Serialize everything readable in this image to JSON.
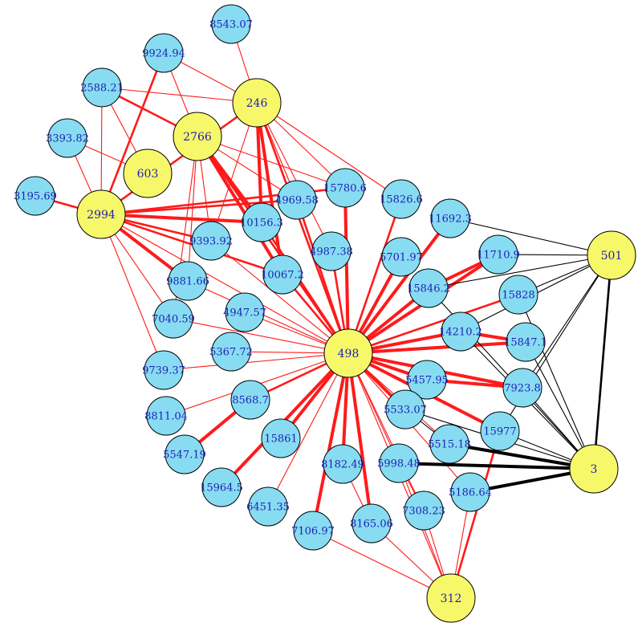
{
  "graph": {
    "colors": {
      "leaf_fill": "#87dcf2",
      "hub_fill": "#f7f76a",
      "node_stroke": "#000000",
      "edge_red": "#ff1a1a",
      "edge_black": "#000000",
      "label": "#1f1fb4"
    },
    "nodes": [
      {
        "id": "n8543",
        "label": "8543.07",
        "kind": "leaf"
      },
      {
        "id": "n9924",
        "label": "9924.94",
        "kind": "leaf"
      },
      {
        "id": "n2588",
        "label": "2588.21",
        "kind": "leaf"
      },
      {
        "id": "n246",
        "label": "246",
        "kind": "hub"
      },
      {
        "id": "n2766",
        "label": "2766",
        "kind": "hub"
      },
      {
        "id": "n3393",
        "label": "3393.82",
        "kind": "leaf"
      },
      {
        "id": "n603",
        "label": "603",
        "kind": "hub"
      },
      {
        "id": "n3195",
        "label": "3195.69",
        "kind": "leaf"
      },
      {
        "id": "n2994",
        "label": "2994",
        "kind": "hub"
      },
      {
        "id": "n4969",
        "label": "4969.58",
        "kind": "leaf"
      },
      {
        "id": "n15780",
        "label": "15780.6",
        "kind": "leaf"
      },
      {
        "id": "n15826",
        "label": "15826.6",
        "kind": "leaf"
      },
      {
        "id": "n10156",
        "label": "10156.3",
        "kind": "leaf"
      },
      {
        "id": "n11692",
        "label": "11692.3",
        "kind": "leaf"
      },
      {
        "id": "n9393",
        "label": "9393.92",
        "kind": "leaf"
      },
      {
        "id": "n4987",
        "label": "4987.38",
        "kind": "leaf"
      },
      {
        "id": "n5701",
        "label": "5701.97",
        "kind": "leaf"
      },
      {
        "id": "n11710",
        "label": "11710.9",
        "kind": "leaf"
      },
      {
        "id": "n501",
        "label": "501",
        "kind": "hub"
      },
      {
        "id": "n10067",
        "label": "10067.2",
        "kind": "leaf"
      },
      {
        "id": "n9881",
        "label": "9881.66",
        "kind": "leaf"
      },
      {
        "id": "n15846",
        "label": "15846.2",
        "kind": "leaf"
      },
      {
        "id": "n15828",
        "label": "15828",
        "kind": "leaf"
      },
      {
        "id": "n4947",
        "label": "4947.57",
        "kind": "leaf"
      },
      {
        "id": "n7040",
        "label": "7040.59",
        "kind": "leaf"
      },
      {
        "id": "n14210",
        "label": "14210.2",
        "kind": "leaf"
      },
      {
        "id": "n15847",
        "label": "15847.1",
        "kind": "leaf"
      },
      {
        "id": "n498",
        "label": "498",
        "kind": "hub"
      },
      {
        "id": "n5367",
        "label": "5367.72",
        "kind": "leaf"
      },
      {
        "id": "n9739",
        "label": "9739.37",
        "kind": "leaf"
      },
      {
        "id": "n5457",
        "label": "5457.95",
        "kind": "leaf"
      },
      {
        "id": "n7923",
        "label": "7923.8",
        "kind": "leaf"
      },
      {
        "id": "n8568",
        "label": "8568.7",
        "kind": "leaf"
      },
      {
        "id": "n8811",
        "label": "8811.04",
        "kind": "leaf"
      },
      {
        "id": "n5533",
        "label": "5533.07",
        "kind": "leaf"
      },
      {
        "id": "n15977",
        "label": "15977",
        "kind": "leaf"
      },
      {
        "id": "n15861",
        "label": "15861",
        "kind": "leaf"
      },
      {
        "id": "n5515",
        "label": "5515.18",
        "kind": "leaf"
      },
      {
        "id": "n5547",
        "label": "5547.19",
        "kind": "leaf"
      },
      {
        "id": "n8182",
        "label": "8182.49",
        "kind": "leaf"
      },
      {
        "id": "n5998",
        "label": "5998.48",
        "kind": "leaf"
      },
      {
        "id": "n3",
        "label": "3",
        "kind": "hub"
      },
      {
        "id": "n15964",
        "label": "15964.5",
        "kind": "leaf"
      },
      {
        "id": "n5186",
        "label": "5186.64",
        "kind": "leaf"
      },
      {
        "id": "n6451",
        "label": "6451.35",
        "kind": "leaf"
      },
      {
        "id": "n7308",
        "label": "7308.23",
        "kind": "leaf"
      },
      {
        "id": "n7106",
        "label": "7106.97",
        "kind": "leaf"
      },
      {
        "id": "n8165",
        "label": "8165.06",
        "kind": "leaf"
      },
      {
        "id": "n312",
        "label": "312",
        "kind": "hub"
      }
    ],
    "edges": [
      {
        "from": "n8543",
        "to": "n246",
        "color": "red",
        "weight": 1
      },
      {
        "from": "n9924",
        "to": "n246",
        "color": "red",
        "weight": 1
      },
      {
        "from": "n9924",
        "to": "n2994",
        "color": "red",
        "weight": 2
      },
      {
        "from": "n9924",
        "to": "n2766",
        "color": "red",
        "weight": 1
      },
      {
        "from": "n2588",
        "to": "n246",
        "color": "red",
        "weight": 1
      },
      {
        "from": "n2588",
        "to": "n2766",
        "color": "red",
        "weight": 2
      },
      {
        "from": "n2588",
        "to": "n2994",
        "color": "red",
        "weight": 1
      },
      {
        "from": "n2588",
        "to": "n603",
        "color": "red",
        "weight": 1
      },
      {
        "from": "n3393",
        "to": "n2994",
        "color": "red",
        "weight": 1
      },
      {
        "from": "n3393",
        "to": "n603",
        "color": "red",
        "weight": 1
      },
      {
        "from": "n3195",
        "to": "n2994",
        "color": "red",
        "weight": 2
      },
      {
        "from": "n246",
        "to": "n2994",
        "color": "red",
        "weight": 2
      },
      {
        "from": "n246",
        "to": "n10156",
        "color": "red",
        "weight": 3
      },
      {
        "from": "n246",
        "to": "n10067",
        "color": "red",
        "weight": 3
      },
      {
        "from": "n246",
        "to": "n9393",
        "color": "red",
        "weight": 1
      },
      {
        "from": "n246",
        "to": "n4969",
        "color": "red",
        "weight": 1
      },
      {
        "from": "n246",
        "to": "n15780",
        "color": "red",
        "weight": 1
      },
      {
        "from": "n246",
        "to": "n15826",
        "color": "red",
        "weight": 1
      },
      {
        "from": "n246",
        "to": "n498",
        "color": "red",
        "weight": 2
      },
      {
        "from": "n246",
        "to": "n4987",
        "color": "red",
        "weight": 1
      },
      {
        "from": "n2766",
        "to": "n10156",
        "color": "red",
        "weight": 3
      },
      {
        "from": "n2766",
        "to": "n10067",
        "color": "red",
        "weight": 3
      },
      {
        "from": "n2766",
        "to": "n9393",
        "color": "red",
        "weight": 1
      },
      {
        "from": "n2766",
        "to": "n9881",
        "color": "red",
        "weight": 1
      },
      {
        "from": "n2766",
        "to": "n7040",
        "color": "red",
        "weight": 1
      },
      {
        "from": "n2766",
        "to": "n4969",
        "color": "red",
        "weight": 1
      },
      {
        "from": "n2766",
        "to": "n15780",
        "color": "red",
        "weight": 1
      },
      {
        "from": "n2766",
        "to": "n498",
        "color": "red",
        "weight": 2
      },
      {
        "from": "n2994",
        "to": "n10156",
        "color": "red",
        "weight": 3
      },
      {
        "from": "n2994",
        "to": "n4969",
        "color": "red",
        "weight": 2
      },
      {
        "from": "n2994",
        "to": "n15780",
        "color": "red",
        "weight": 2
      },
      {
        "from": "n2994",
        "to": "n9393",
        "color": "red",
        "weight": 2
      },
      {
        "from": "n2994",
        "to": "n10067",
        "color": "red",
        "weight": 2
      },
      {
        "from": "n2994",
        "to": "n9881",
        "color": "red",
        "weight": 3
      },
      {
        "from": "n2994",
        "to": "n7040",
        "color": "red",
        "weight": 1
      },
      {
        "from": "n2994",
        "to": "n9739",
        "color": "red",
        "weight": 1
      },
      {
        "from": "n2994",
        "to": "n498",
        "color": "red",
        "weight": 1
      },
      {
        "from": "n10156",
        "to": "n498",
        "color": "red",
        "weight": 2
      },
      {
        "from": "n4969",
        "to": "n498",
        "color": "red",
        "weight": 2
      },
      {
        "from": "n15780",
        "to": "n498",
        "color": "red",
        "weight": 3
      },
      {
        "from": "n9393",
        "to": "n498",
        "color": "red",
        "weight": 1
      },
      {
        "from": "n10067",
        "to": "n498",
        "color": "red",
        "weight": 2
      },
      {
        "from": "n9881",
        "to": "n498",
        "color": "red",
        "weight": 1
      },
      {
        "from": "n4987",
        "to": "n498",
        "color": "red",
        "weight": 2
      },
      {
        "from": "n5701",
        "to": "n498",
        "color": "red",
        "weight": 3
      },
      {
        "from": "n15826",
        "to": "n498",
        "color": "red",
        "weight": 2
      },
      {
        "from": "n11692",
        "to": "n498",
        "color": "red",
        "weight": 3
      },
      {
        "from": "n11710",
        "to": "n498",
        "color": "red",
        "weight": 3
      },
      {
        "from": "n15846",
        "to": "n498",
        "color": "red",
        "weight": 3
      },
      {
        "from": "n15828",
        "to": "n498",
        "color": "red",
        "weight": 2
      },
      {
        "from": "n14210",
        "to": "n498",
        "color": "red",
        "weight": 3
      },
      {
        "from": "n15847",
        "to": "n498",
        "color": "red",
        "weight": 3
      },
      {
        "from": "n7040",
        "to": "n498",
        "color": "red",
        "weight": 1
      },
      {
        "from": "n4947",
        "to": "n498",
        "color": "red",
        "weight": 1
      },
      {
        "from": "n5367",
        "to": "n498",
        "color": "red",
        "weight": 1
      },
      {
        "from": "n9739",
        "to": "n498",
        "color": "red",
        "weight": 1
      },
      {
        "from": "n5457",
        "to": "n498",
        "color": "red",
        "weight": 3
      },
      {
        "from": "n7923",
        "to": "n498",
        "color": "red",
        "weight": 3
      },
      {
        "from": "n8568",
        "to": "n498",
        "color": "red",
        "weight": 2
      },
      {
        "from": "n8811",
        "to": "n498",
        "color": "red",
        "weight": 1
      },
      {
        "from": "n5533",
        "to": "n498",
        "color": "red",
        "weight": 3
      },
      {
        "from": "n15977",
        "to": "n498",
        "color": "red",
        "weight": 3
      },
      {
        "from": "n15861",
        "to": "n498",
        "color": "red",
        "weight": 3
      },
      {
        "from": "n5515",
        "to": "n498",
        "color": "red",
        "weight": 1
      },
      {
        "from": "n5547",
        "to": "n8568",
        "color": "red",
        "weight": 3
      },
      {
        "from": "n8182",
        "to": "n498",
        "color": "red",
        "weight": 3
      },
      {
        "from": "n5998",
        "to": "n498",
        "color": "red",
        "weight": 1
      },
      {
        "from": "n15964",
        "to": "n498",
        "color": "red",
        "weight": 3
      },
      {
        "from": "n6451",
        "to": "n498",
        "color": "red",
        "weight": 1
      },
      {
        "from": "n7308",
        "to": "n498",
        "color": "red",
        "weight": 1
      },
      {
        "from": "n7106",
        "to": "n498",
        "color": "red",
        "weight": 3
      },
      {
        "from": "n8165",
        "to": "n498",
        "color": "red",
        "weight": 3
      },
      {
        "from": "n5186",
        "to": "n498",
        "color": "red",
        "weight": 1
      },
      {
        "from": "n8182",
        "to": "n8165",
        "color": "red",
        "weight": 1
      },
      {
        "from": "n7106",
        "to": "n312",
        "color": "red",
        "weight": 1
      },
      {
        "from": "n8165",
        "to": "n312",
        "color": "red",
        "weight": 1
      },
      {
        "from": "n7308",
        "to": "n312",
        "color": "red",
        "weight": 1
      },
      {
        "from": "n5186",
        "to": "n312",
        "color": "red",
        "weight": 1
      },
      {
        "from": "n15977",
        "to": "n312",
        "color": "red",
        "weight": 2
      },
      {
        "from": "n5998",
        "to": "n312",
        "color": "red",
        "weight": 1
      },
      {
        "from": "n498",
        "to": "n312",
        "color": "red",
        "weight": 1
      },
      {
        "from": "n11692",
        "to": "n501",
        "color": "black",
        "weight": 1
      },
      {
        "from": "n11710",
        "to": "n501",
        "color": "black",
        "weight": 1
      },
      {
        "from": "n15846",
        "to": "n501",
        "color": "black",
        "weight": 1
      },
      {
        "from": "n15828",
        "to": "n501",
        "color": "black",
        "weight": 1
      },
      {
        "from": "n14210",
        "to": "n501",
        "color": "black",
        "weight": 1
      },
      {
        "from": "n7923",
        "to": "n501",
        "color": "black",
        "weight": 1
      },
      {
        "from": "n15977",
        "to": "n501",
        "color": "black",
        "weight": 1
      },
      {
        "from": "n501",
        "to": "n3",
        "color": "black",
        "weight": 2
      },
      {
        "from": "n15846",
        "to": "n3",
        "color": "black",
        "weight": 1
      },
      {
        "from": "n15828",
        "to": "n3",
        "color": "black",
        "weight": 1
      },
      {
        "from": "n14210",
        "to": "n3",
        "color": "black",
        "weight": 1
      },
      {
        "from": "n15847",
        "to": "n3",
        "color": "black",
        "weight": 1
      },
      {
        "from": "n7923",
        "to": "n3",
        "color": "black",
        "weight": 1
      },
      {
        "from": "n15977",
        "to": "n3",
        "color": "black",
        "weight": 1
      },
      {
        "from": "n5533",
        "to": "n3",
        "color": "black",
        "weight": 1
      },
      {
        "from": "n5515",
        "to": "n3",
        "color": "black",
        "weight": 3
      },
      {
        "from": "n5998",
        "to": "n3",
        "color": "black",
        "weight": 3
      },
      {
        "from": "n5186",
        "to": "n3",
        "color": "black",
        "weight": 3
      },
      {
        "from": "n5457",
        "to": "n7923",
        "color": "red",
        "weight": 3
      },
      {
        "from": "n15846",
        "to": "n11710",
        "color": "red",
        "weight": 3
      },
      {
        "from": "n14210",
        "to": "n15847",
        "color": "red",
        "weight": 3
      },
      {
        "from": "n5998",
        "to": "n7308",
        "color": "red",
        "weight": 1
      },
      {
        "from": "n5533",
        "to": "n5515",
        "color": "black",
        "weight": 1
      }
    ]
  }
}
